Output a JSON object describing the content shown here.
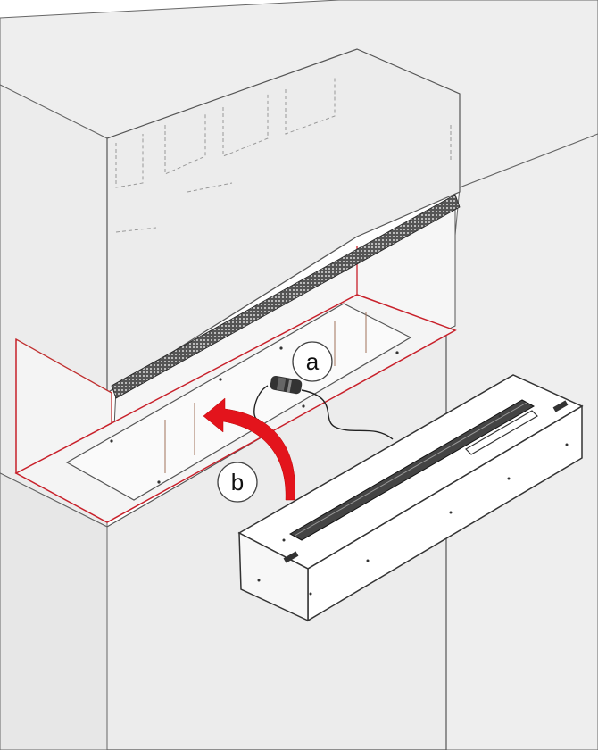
{
  "callouts": [
    {
      "id": "a",
      "label": "a"
    },
    {
      "id": "b",
      "label": "b"
    }
  ],
  "colors": {
    "wall": "#ededed",
    "wall_stroke": "#555555",
    "highlight": "#d4212a",
    "arrow": "#e3141c",
    "unit_body": "#ffffff",
    "mesh": "#333333"
  }
}
